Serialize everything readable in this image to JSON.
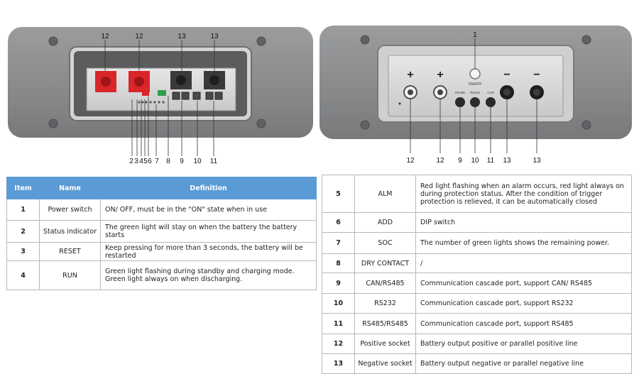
{
  "left_panel": {
    "top_numbers": [
      "12",
      "12",
      "13",
      "13"
    ],
    "bottom_numbers": [
      "2",
      "3",
      "4",
      "5",
      "6",
      "7",
      "8",
      "9",
      "10",
      "11"
    ]
  },
  "right_panel": {
    "top_number": "1",
    "switch_label": "ON/OFF",
    "plus": [
      "+",
      "+"
    ],
    "minus": [
      "−",
      "−"
    ],
    "port_labels": [
      "RS485",
      "RS232",
      "CAN"
    ],
    "bottom_numbers": [
      "12",
      "12",
      "9",
      "10",
      "11",
      "13",
      "13"
    ]
  },
  "table_left": {
    "headers": {
      "item": "Item",
      "name": "Name",
      "definition": "Definition"
    },
    "rows": [
      {
        "item": "1",
        "name": "Power switch",
        "definition": "ON/ OFF, must be in the \"ON\" state when in use"
      },
      {
        "item": "2",
        "name": "Status indicator",
        "definition": "The green light will stay on when the battery the battery starts"
      },
      {
        "item": "3",
        "name": "RESET",
        "definition": "Keep pressing for more than 3 seconds, the battery will be restarted"
      },
      {
        "item": "4",
        "name": "RUN",
        "definition": "Green light flashing during standby and charging mode. Green light always on when discharging."
      }
    ]
  },
  "table_right": {
    "rows": [
      {
        "item": "5",
        "name": "ALM",
        "definition": "Red light flashing when an alarm occurs, red light always on during protection status. After the condition of trigger protection is relieved, it can be automatically closed"
      },
      {
        "item": "6",
        "name": "ADD",
        "definition": "DIP switch"
      },
      {
        "item": "7",
        "name": "SOC",
        "definition": "The number of green lights shows the remaining power."
      },
      {
        "item": "8",
        "name": "DRY CONTACT",
        "definition": "/"
      },
      {
        "item": "9",
        "name": "CAN/RS485",
        "definition": "Communication cascade port, support CAN/ RS485"
      },
      {
        "item": "10",
        "name": "RS232",
        "definition": "Communication cascade port, support RS232"
      },
      {
        "item": "11",
        "name": "RS485/RS485",
        "definition": "Communication cascade port, support RS485"
      },
      {
        "item": "12",
        "name": "Positive socket",
        "definition": "Battery output positive or parallel positive line"
      },
      {
        "item": "13",
        "name": "Negative socket",
        "definition": "Battery output negative or parallel negative line"
      }
    ]
  },
  "colors": {
    "header_blue": "#5b9bd5",
    "casing_gray": "#8c8e90",
    "terminal_red": "#d8262b"
  }
}
